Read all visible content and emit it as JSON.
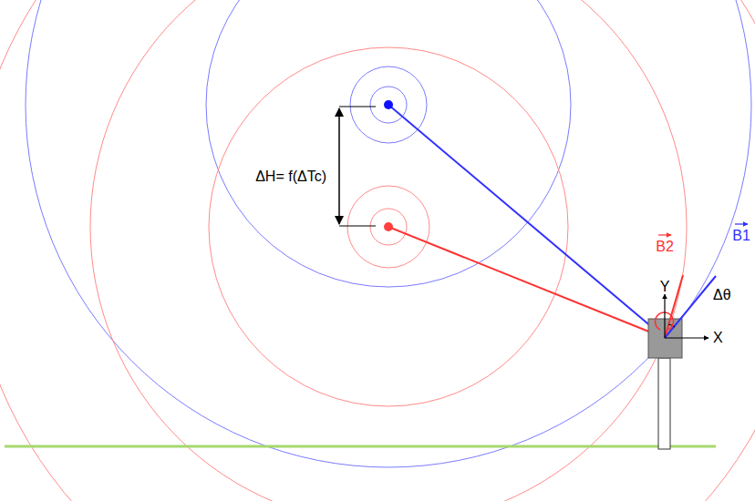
{
  "diagram": {
    "labels": [
      "ΔH= f(ΔTc)",
      "B2",
      "B1",
      "Δθ",
      "Y",
      "X"
    ]
  }
}
